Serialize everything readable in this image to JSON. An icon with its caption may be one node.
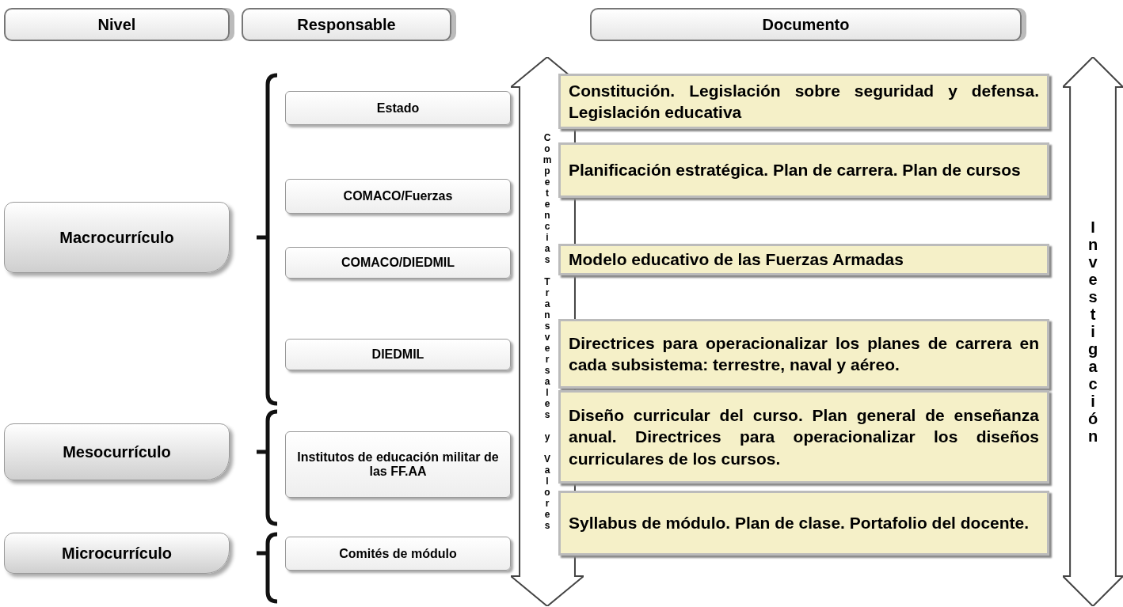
{
  "diagram": {
    "nodes": [
      {
        "text": [
          "Nivel"
        ]
      },
      {
        "text": [
          "Responsable"
        ]
      },
      {
        "text": [
          "Documento"
        ]
      },
      {
        "text": [
          "Competencias Transversales y Valores"
        ]
      },
      {
        "text": [
          "Investigación"
        ]
      },
      {
        "text": [
          "Estado"
        ]
      },
      {
        "text": [
          "Constitución. Legislación sobre seguridad y defensa. Legislación educativa"
        ]
      },
      {
        "text": [
          "COMACO/Fuerzas"
        ]
      },
      {
        "text": [
          "Planificación estratégica. Plan de carrera. Plan de cursos"
        ]
      },
      {
        "text": [
          "Macrocurrículo"
        ]
      },
      {
        "text": [
          "COMACO/DIEDMIL"
        ]
      },
      {
        "text": [
          "Modelo educativo de las Fuerzas Armadas"
        ]
      },
      {
        "text": [
          "DIEDMIL"
        ]
      },
      {
        "text": [
          "Directrices para operacionalizar los planes de carrera en cada subsistema: terrestre, naval y aéreo."
        ]
      },
      {
        "text": [
          "Mesocurrículo"
        ]
      },
      {
        "text": [
          "Institutos de educación militar de las FF.AA"
        ]
      },
      {
        "text": [
          "Diseño curricular del curso. Plan general de enseñanza anual. Directrices para operacionalizar los diseños curriculares de los cursos."
        ]
      },
      {
        "text": [
          "Microcurrículo"
        ]
      },
      {
        "text": [
          "Comités de módulo"
        ]
      },
      {
        "text": [
          "Syllabus de módulo. Plan de clase. Portafolio del docente."
        ]
      }
    ]
  }
}
